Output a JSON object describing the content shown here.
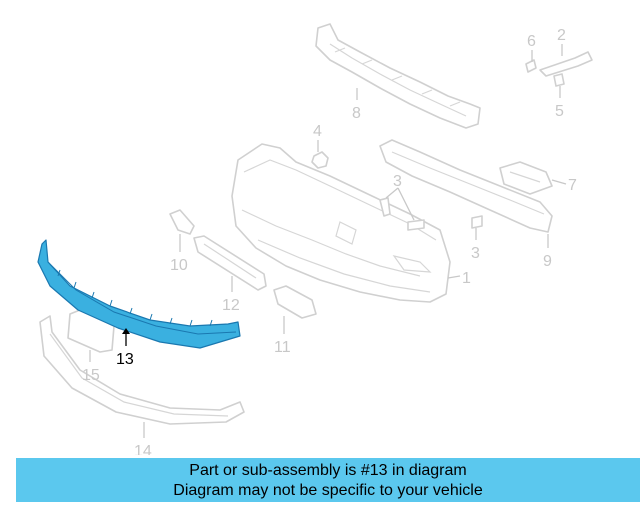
{
  "callouts": {
    "c1": "1",
    "c2": "2",
    "c3a": "3",
    "c3b": "3",
    "c4": "4",
    "c5": "5",
    "c6": "6",
    "c7": "7",
    "c8": "8",
    "c9": "9",
    "c10": "10",
    "c11": "11",
    "c12": "12",
    "c13": "13",
    "c14": "14",
    "c15": "15"
  },
  "highlighted_part": "13",
  "colors": {
    "highlight": "#3ab0e0",
    "banner": "#5bc8ee",
    "inactive_line": "#d0d0d0"
  },
  "banner": {
    "line1": "Part or sub-assembly is #13 in diagram",
    "line2": "Diagram may not be specific to your vehicle"
  }
}
